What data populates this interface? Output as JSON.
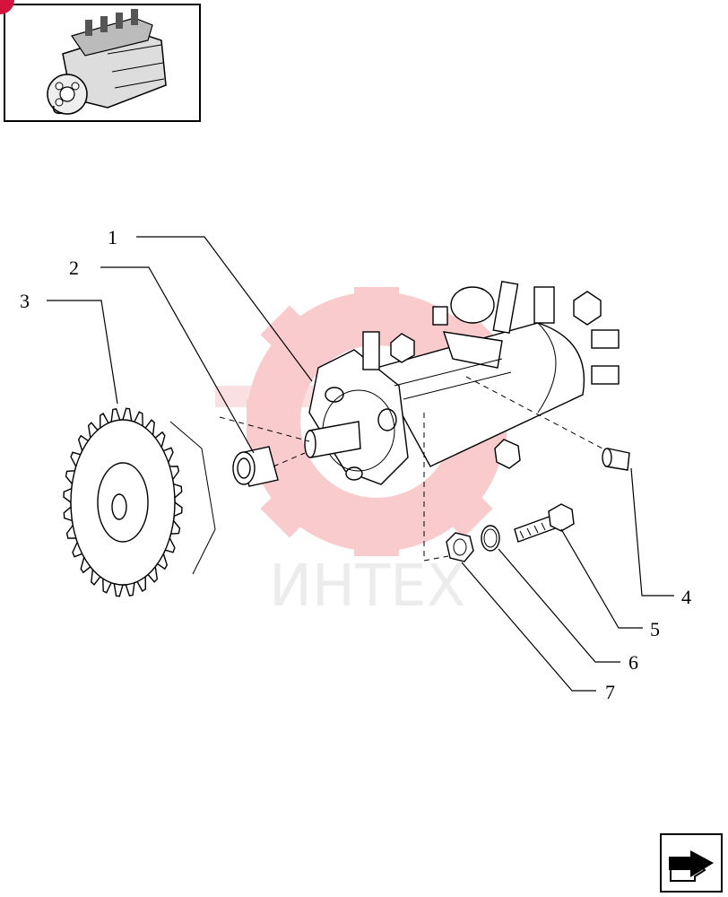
{
  "watermark": {
    "text": "ИНТЕХ",
    "color": "#f06d72"
  },
  "callouts": [
    {
      "id": "1",
      "label": "1"
    },
    {
      "id": "2",
      "label": "2"
    },
    {
      "id": "3",
      "label": "3"
    },
    {
      "id": "4",
      "label": "4"
    },
    {
      "id": "5",
      "label": "5"
    },
    {
      "id": "6",
      "label": "6"
    },
    {
      "id": "7",
      "label": "7"
    }
  ],
  "icons": {
    "thumbnail": "engine-thumbnail-icon",
    "next": "next-page-arrow-icon",
    "corner_badge": "corner-badge-icon"
  },
  "colors": {
    "badge": "#d4143c"
  }
}
